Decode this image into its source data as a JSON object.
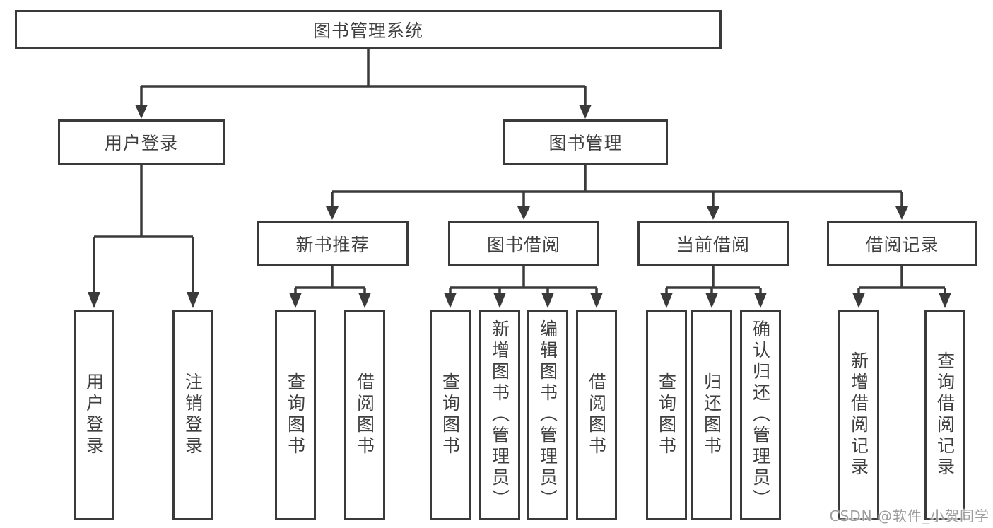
{
  "diagram": {
    "root_label": "图书管理系统",
    "level2": {
      "user_login": "用户登录",
      "book_management": "图书管理"
    },
    "level3": {
      "new_book_recommend": "新书推荐",
      "book_borrow": "图书借阅",
      "current_borrow": "当前借阅",
      "borrow_records": "借阅记录"
    },
    "leaves": {
      "user_login": [
        "用户登录",
        "注销登录"
      ],
      "new_book_recommend": [
        "查询图书",
        "借阅图书"
      ],
      "book_borrow": [
        "查询图书",
        "新增图书（管理员）",
        "编辑图书（管理员）",
        "借阅图书"
      ],
      "current_borrow": [
        "查询图书",
        "归还图书",
        "确认归还（管理员）"
      ],
      "borrow_records": [
        "新增借阅记录",
        "查询借阅记录"
      ]
    },
    "colors": {
      "line": "#3a3a3a",
      "text": "#3f3f3f",
      "background": "#ffffff"
    }
  },
  "watermark": {
    "text": "CSDN @软件_小贺同学",
    "color": "#9d9d9d"
  }
}
